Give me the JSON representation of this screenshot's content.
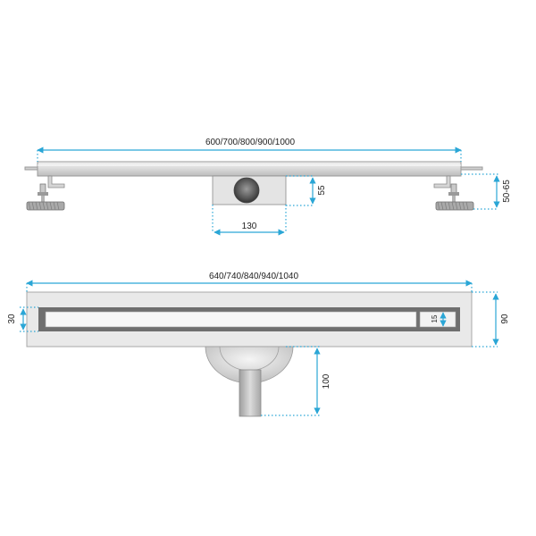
{
  "colors": {
    "dimension": "#2aa6d6",
    "metal_light": "#e6e6e6",
    "metal_mid": "#cfcfcf",
    "metal_dark": "#6f6f6f",
    "pipe": "#bdbdbd",
    "text": "#222222"
  },
  "side_view": {
    "length_label": "600/700/800/900/1000",
    "outlet_height_label": "55",
    "outlet_width_label": "130",
    "adjust_height_label": "50-65"
  },
  "top_view": {
    "length_label": "640/740/840/940/1040",
    "width_label": "90",
    "channel_width_label": "30",
    "grate_gap_label": "15",
    "pipe_length_label": "100"
  }
}
